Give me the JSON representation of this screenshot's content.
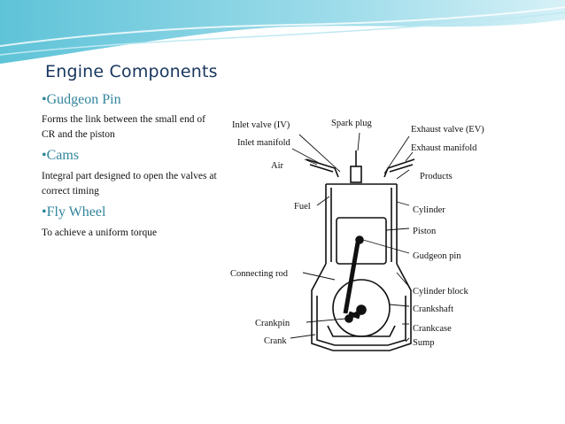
{
  "slide": {
    "title": "Engine Components",
    "items": [
      {
        "heading": "•Gudgeon Pin",
        "text": "Forms the link between the small end of CR and the piston"
      },
      {
        "heading": "•Cams",
        "text": "Integral part designed to open the valves at correct timing"
      },
      {
        "heading": "•Fly Wheel",
        "text": "To achieve a uniform torque"
      }
    ]
  },
  "diagram": {
    "labels": {
      "inlet_valve": "Inlet valve (IV)",
      "spark_plug": "Spark plug",
      "exhaust_valve": "Exhaust valve (EV)",
      "inlet_manifold": "Inlet manifold",
      "exhaust_manifold": "Exhaust manifold",
      "air": "Air",
      "products": "Products",
      "fuel": "Fuel",
      "cylinder": "Cylinder",
      "piston": "Piston",
      "gudgeon_pin": "Gudgeon pin",
      "connecting_rod": "Connecting rod",
      "cylinder_block": "Cylinder block",
      "crankshaft": "Crankshaft",
      "crankpin": "Crankpin",
      "crankcase": "Crankcase",
      "crank": "Crank",
      "sump": "Sump"
    }
  }
}
